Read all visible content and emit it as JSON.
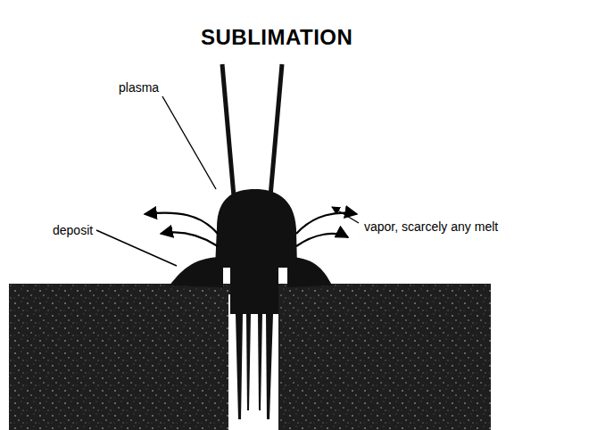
{
  "diagram": {
    "title": "SUBLIMATION",
    "labels": [
      "plasma",
      "deposit",
      "vapor, scarcely any melt"
    ]
  }
}
